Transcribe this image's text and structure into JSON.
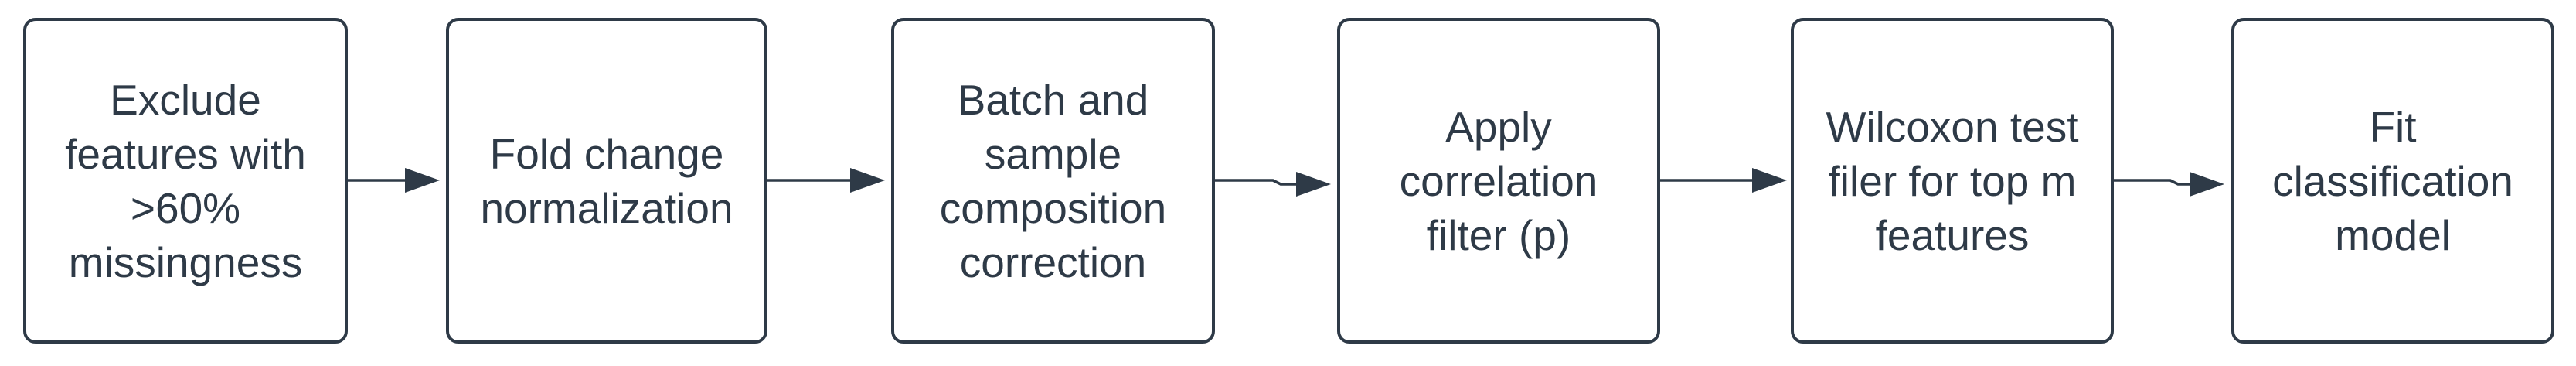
{
  "diagram": {
    "type": "flowchart",
    "direction": "left-to-right",
    "colors": {
      "stroke": "#2e3a47",
      "text": "#2e3a47",
      "background": "#ffffff"
    },
    "steps": [
      {
        "id": 1,
        "label": "Exclude\nfeatures with\n>60%\nmissingness"
      },
      {
        "id": 2,
        "label": "Fold change\nnormalization"
      },
      {
        "id": 3,
        "label": "Batch and\nsample\ncomposition\ncorrection"
      },
      {
        "id": 4,
        "label": "Apply\ncorrelation\nfilter (p)"
      },
      {
        "id": 5,
        "label": "Wilcoxon test\nfiler for top m\nfeatures"
      },
      {
        "id": 6,
        "label": "Fit\nclassification\nmodel"
      }
    ],
    "connectors": [
      {
        "from": 1,
        "to": 2,
        "style": "solid-arrow"
      },
      {
        "from": 2,
        "to": 3,
        "style": "solid-arrow"
      },
      {
        "from": 3,
        "to": 4,
        "style": "solid-arrow-jog"
      },
      {
        "from": 4,
        "to": 5,
        "style": "solid-arrow"
      },
      {
        "from": 5,
        "to": 6,
        "style": "solid-arrow-jog"
      }
    ]
  }
}
